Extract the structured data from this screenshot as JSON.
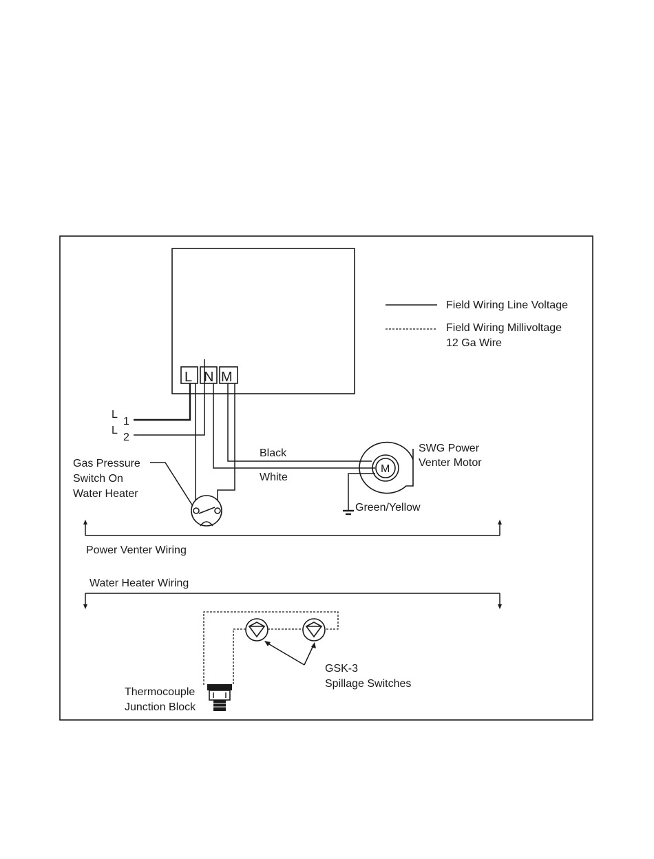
{
  "legend": {
    "line_voltage": "Field Wiring Line Voltage",
    "millivoltage_line1": "Field Wiring Millivoltage",
    "millivoltage_line2": "12 Ga Wire"
  },
  "terminals": {
    "l": "L",
    "n": "N",
    "m": "M"
  },
  "supply": {
    "l1_letter": "L",
    "l1_number": "1",
    "l2_letter": "L",
    "l2_number": "2"
  },
  "gas_switch": {
    "line1": "Gas Pressure",
    "line2": "Switch On",
    "line3": "Water Heater"
  },
  "wires": {
    "black": "Black",
    "white": "White",
    "ground": "Green/Yellow"
  },
  "motor": {
    "symbol": "M",
    "line1": "SWG Power",
    "line2": "Venter Motor"
  },
  "sections": {
    "power_venter": "Power Venter Wiring",
    "water_heater": "Water Heater Wiring"
  },
  "spillage": {
    "line1": "GSK-3",
    "line2": "Spillage Switches"
  },
  "thermocouple": {
    "line1": "Thermocouple",
    "line2": "Junction Block"
  }
}
